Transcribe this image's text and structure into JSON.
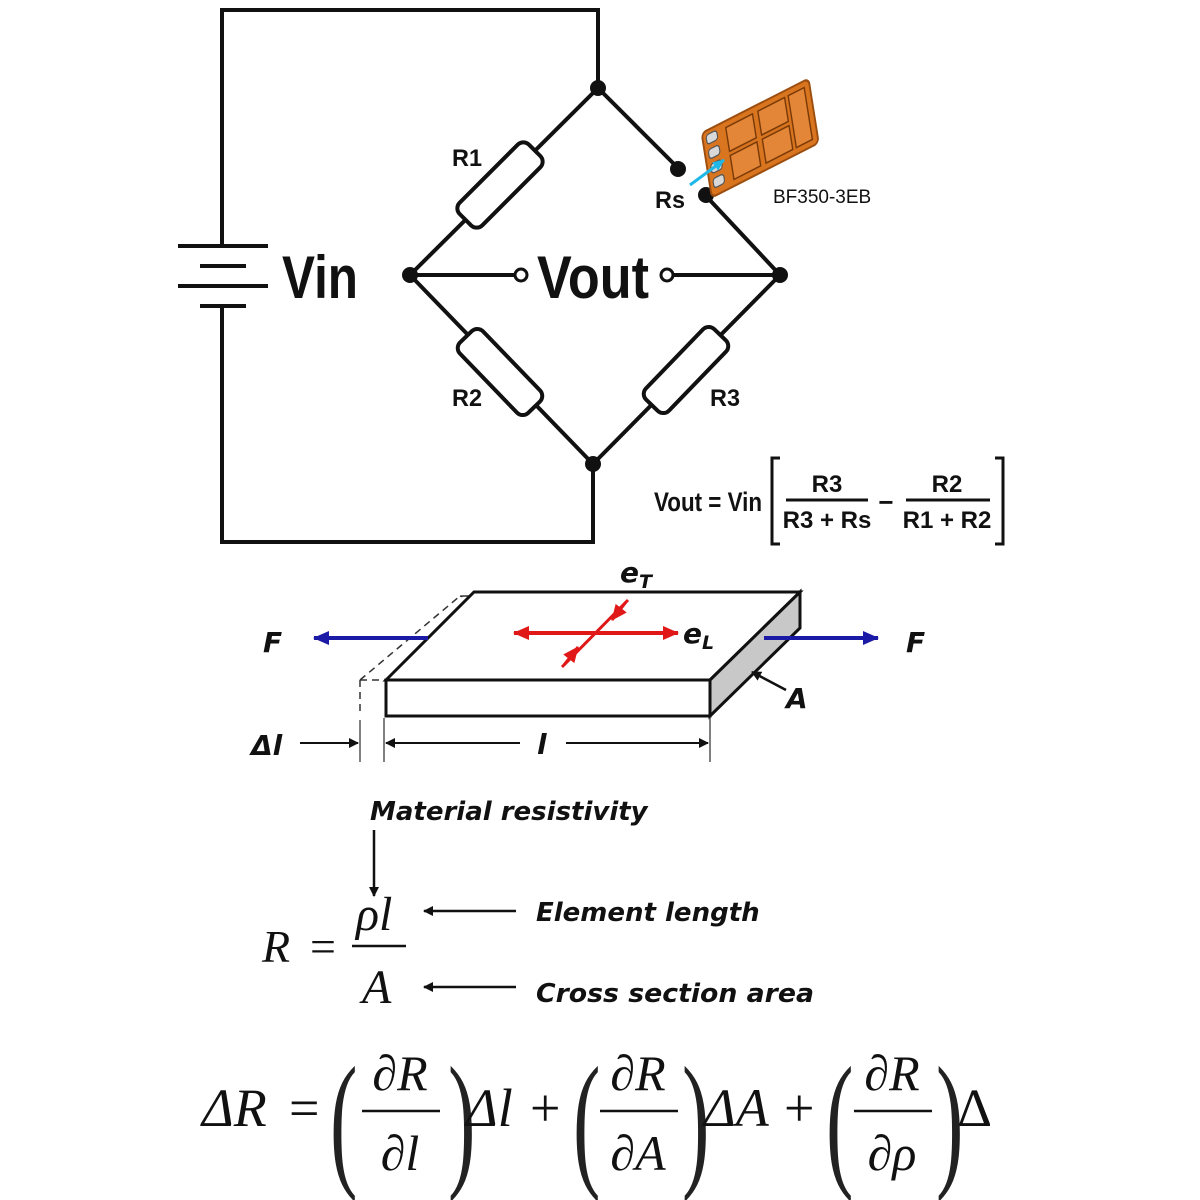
{
  "circuit": {
    "vin": "Vin",
    "vout": "Vout",
    "r1": "R1",
    "r2": "R2",
    "r3": "R3",
    "rs": "Rs",
    "sensor_model": "BF350-3EB",
    "formula_lhs": "Vout = Vin",
    "frac1_num": "R3",
    "frac1_den": "R3 + Rs",
    "minus": "−",
    "frac2_num": "R2",
    "frac2_den": "R1 + R2"
  },
  "strain": {
    "transverse": "e",
    "transverse_sub": "T",
    "longitudinal": "e",
    "longitudinal_sub": "L",
    "force_left": "F",
    "force_right": "F",
    "area": "A",
    "delta_l": "Δl",
    "length": "l"
  },
  "resistance": {
    "resistivity_label": "Material resistivity",
    "length_label": "Element length",
    "area_label": "Cross section area",
    "r": "R",
    "equals": "=",
    "rho_l": "ρl",
    "a": "A"
  },
  "delta": {
    "lhs": "ΔR",
    "equals": "=",
    "num": "∂R",
    "den1": "∂l",
    "den2": "∂A",
    "den3": "∂ρ",
    "t1": "Δl",
    "t2": "ΔA",
    "plus": "+",
    "t3": "∆"
  },
  "colors": {
    "force_arrow": "#1a1aa6",
    "strain_arrow": "#e01818",
    "chip": "#d9751f",
    "sensor_arrow": "#1fb8e8"
  }
}
